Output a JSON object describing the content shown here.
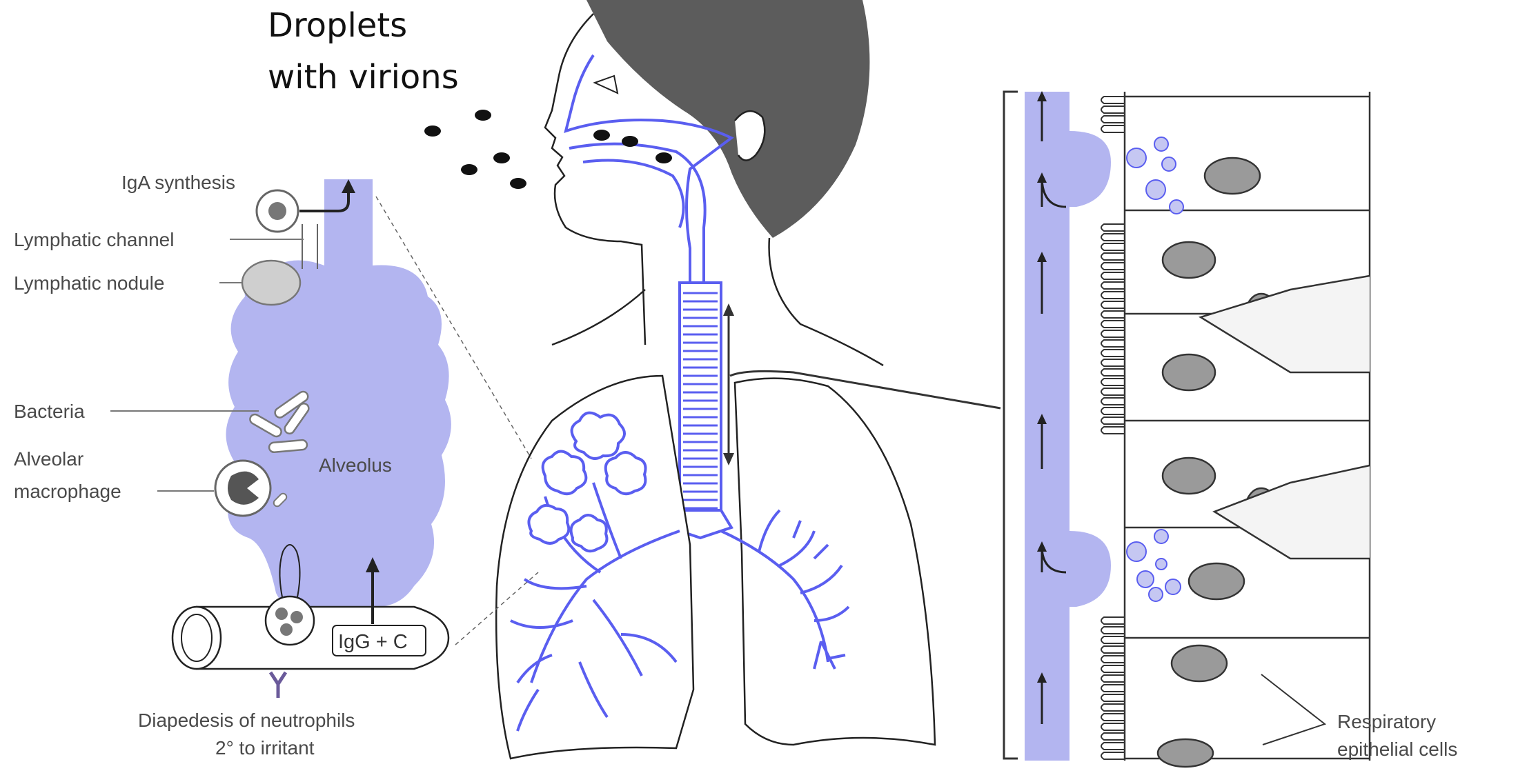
{
  "caption": {
    "droplets_line1": "Droplets",
    "droplets_line2": "with virions"
  },
  "alveolus_panel": {
    "iga_synthesis": "IgA synthesis",
    "lymphatic_channel": "Lymphatic channel",
    "lymphatic_nodule": "Lymphatic nodule",
    "bacteria": "Bacteria",
    "alveolar_macrophage_line1": "Alveolar",
    "alveolar_macrophage_line2": "macrophage",
    "alveolus": "Alveolus",
    "igg_c": "IgG + C",
    "diapedesis_line1": "Diapedesis of neutrophils",
    "diapedesis_line2": "2° to irritant"
  },
  "epithelium_panel": {
    "respiratory_line1": "Respiratory",
    "respiratory_line2": "epithelial cells"
  },
  "colors": {
    "mucosa_blue": "#b3b5f0",
    "outline_blue": "#5a5ef0",
    "gray_fill": "#9a9a9a",
    "hair": "#5c5c5c"
  }
}
